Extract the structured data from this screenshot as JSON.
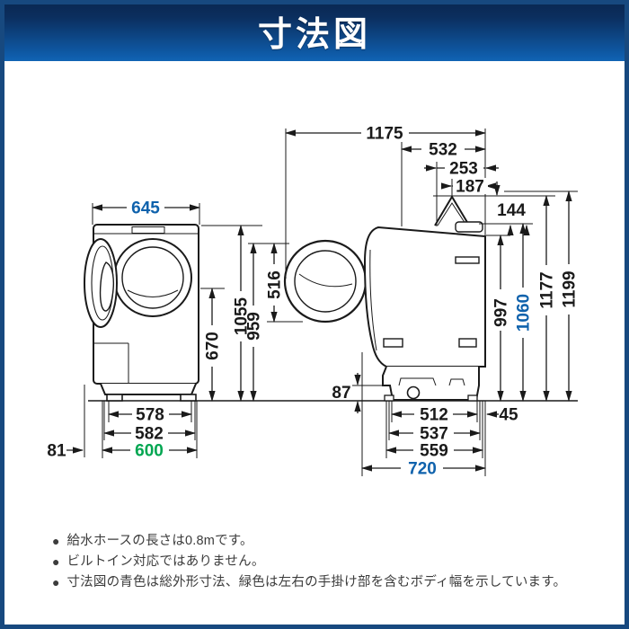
{
  "header": {
    "title": "寸法図"
  },
  "colors": {
    "border": "#17497f",
    "header_gradient_top": "#0a2750",
    "header_gradient_bottom": "#1164b5",
    "line": "#1a1a1a",
    "accent_blue": "#0f62ac",
    "accent_green": "#00a651",
    "note_text": "#3c3c3c"
  },
  "dimensions": {
    "front": {
      "width_total": "645",
      "height_total": "1055",
      "height_door_center": "670",
      "feet_span": "578",
      "base_width": "582",
      "body_width": "600",
      "door_protrusion": "81"
    },
    "side": {
      "depth_door_open": "1175",
      "depth_top": "532",
      "lid_depth": "253",
      "lid_apex_to_back": "187",
      "lid_clearance": "144",
      "door_top_height": "959",
      "door_diameter": "516",
      "height_back": "997",
      "height_inlet": "1060",
      "height_lid_open": "1177",
      "height_max": "1199",
      "base_clearance": "87",
      "base_feet_span": "512",
      "back_gap": "45",
      "base_width": "537",
      "base_depth": "559",
      "body_depth": "720"
    }
  },
  "notes": {
    "bullet": "●",
    "items": [
      "給水ホースの長さは0.8mです。",
      "ビルトイン対応ではありません。",
      "寸法図の青色は総外形寸法、緑色は左右の手掛け部を含むボディ幅を示しています。"
    ]
  }
}
